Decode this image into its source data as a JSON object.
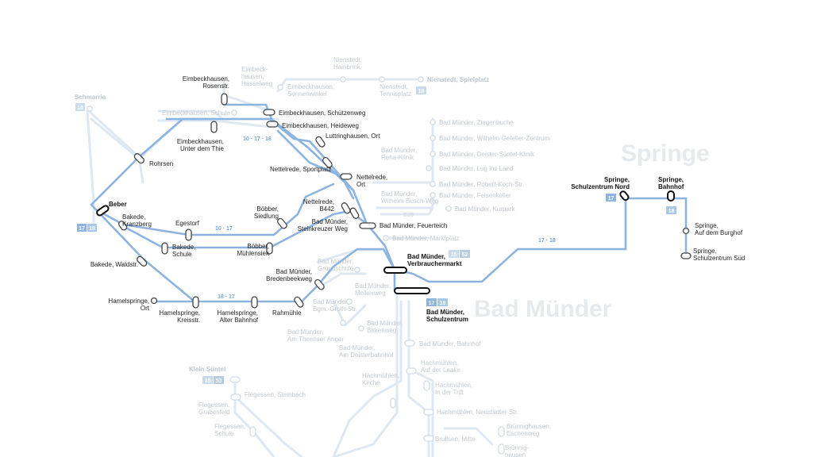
{
  "towns": [
    "Springe",
    "Bad Münder"
  ],
  "colors": {
    "route": "#8db4e0",
    "ghost": "#dbe7f2",
    "badge": "#8db4e0",
    "badge_ghost": "#c8dbec"
  },
  "stops": [
    {
      "id": "eimbeckhausen-rosenstr",
      "lines": [
        "Eimbeckhausen,",
        "Rosenstr."
      ]
    },
    {
      "id": "eimbeckhausen-schuetzenweg",
      "lines": [
        "Eimbeckhausen, Schützenweg"
      ]
    },
    {
      "id": "eimbeckhausen-heideweg",
      "lines": [
        "Eimbeckhausen, Heideweg"
      ]
    },
    {
      "id": "eimbeckhausen-unter-dem-thie",
      "lines": [
        "Eimbeckhausen,",
        "Unter dem Thie"
      ]
    },
    {
      "id": "luttringhausen-ort",
      "lines": [
        "Luttringhausen, Ort"
      ]
    },
    {
      "id": "rohrsen",
      "lines": [
        "Rohrsen"
      ]
    },
    {
      "id": "nettelrede-sportplatz",
      "lines": [
        "Nettelrede, Sportplatz"
      ]
    },
    {
      "id": "nettelrede-ort",
      "lines": [
        "Nettelrede,",
        "Ort"
      ]
    },
    {
      "id": "beber",
      "lines": [
        "Beber"
      ],
      "bold": true
    },
    {
      "id": "bakede-kranzberg",
      "lines": [
        "Bakede,",
        "Kranzberg"
      ]
    },
    {
      "id": "egestorf",
      "lines": [
        "Egestorf"
      ]
    },
    {
      "id": "boebber-siedlung",
      "lines": [
        "Böbber,",
        "Siedlung"
      ]
    },
    {
      "id": "nettelrede-b442",
      "lines": [
        "Nettelrede,",
        "B442"
      ]
    },
    {
      "id": "bad-muender-steinkreuzer-weg",
      "lines": [
        "Bad Münder,",
        "Steinkreuzer Weg"
      ]
    },
    {
      "id": "bad-muender-feuerteich",
      "lines": [
        "Bad Münder, Feuerteich"
      ]
    },
    {
      "id": "bakede-schule",
      "lines": [
        "Bakede,",
        "Schule"
      ]
    },
    {
      "id": "boebber-muehlensiek",
      "lines": [
        "Böbber,",
        "Mühlensiek"
      ]
    },
    {
      "id": "bakede-waldstr",
      "lines": [
        "Bakede, Waldstr."
      ]
    },
    {
      "id": "bad-muender-verbrauchermarkt",
      "lines": [
        "Bad Münder,",
        "Verbrauchermarkt"
      ],
      "bold": true
    },
    {
      "id": "bad-muender-bredenbeekweg",
      "lines": [
        "Bad Münder,",
        "Bredenbeekweg"
      ]
    },
    {
      "id": "hamelspringe-ort",
      "lines": [
        "Hamelspringe,",
        "Ort"
      ]
    },
    {
      "id": "hamelspringe-kreisstr",
      "lines": [
        "Hamelspringe,",
        "Kreisstr."
      ]
    },
    {
      "id": "hamelspringe-alter-bahnhof",
      "lines": [
        "Hamelspringe,",
        "Alter Bahnhof"
      ]
    },
    {
      "id": "rahmuehle",
      "lines": [
        "Rahmühle"
      ]
    },
    {
      "id": "bad-muender-schulzentrum",
      "lines": [
        "Bad Münder,",
        "Schulzentrum"
      ],
      "bold": true
    },
    {
      "id": "springe-schulzentrum-nord",
      "lines": [
        "Springe,",
        "Schulzentrum Nord"
      ],
      "bold": true
    },
    {
      "id": "springe-bahnhof",
      "lines": [
        "Springe,",
        "Bahnhof"
      ],
      "bold": true
    },
    {
      "id": "springe-auf-dem-burghof",
      "lines": [
        "Springe,",
        "Auf dem Burghof"
      ]
    },
    {
      "id": "springe-schulzentrum-sued",
      "lines": [
        "Springe,",
        "Schulzentrum Süd"
      ]
    }
  ],
  "ghost_stops": [
    {
      "id": "eimbeck-hausen-hasselweg",
      "lines": [
        "Eimbeck-",
        "hausen,",
        "Hasselweg"
      ]
    },
    {
      "id": "eimbeckhausen-sonnenwinkel",
      "lines": [
        "Eimbeckhausen,",
        "Sonnenwinkel"
      ]
    },
    {
      "id": "nienstedt-hainbrink",
      "lines": [
        "Nienstedt,",
        "Hainbrink"
      ]
    },
    {
      "id": "nienstedt-tennisplatz",
      "lines": [
        "Nienstedt,",
        "Tennisplatz"
      ]
    },
    {
      "id": "nienstedt-spielplatz",
      "lines": [
        "Nienstedt, Spielplatz"
      ],
      "bold": true
    },
    {
      "id": "schmarrie",
      "lines": [
        "Schmarrie"
      ],
      "bold": true
    },
    {
      "id": "eimbeckhausen-schule",
      "lines": [
        "Eimbeckhausen, Schule"
      ]
    },
    {
      "id": "bad-muender-ziegenbuche",
      "lines": [
        "Bad Münder, Ziegenbuche"
      ]
    },
    {
      "id": "bad-muender-wilhelm-gefeller-zentrum",
      "lines": [
        "Bad Münder, Wilhelm-Gefeller-Zentrum"
      ]
    },
    {
      "id": "bad-muender-reha-klinik",
      "lines": [
        "Bad Münder,",
        "Reha-Klinik"
      ]
    },
    {
      "id": "bad-muender-deister-suentel-klinik",
      "lines": [
        "Bad Münder, Deister-Süntel-Klinik"
      ]
    },
    {
      "id": "bad-muender-lug-ins-land",
      "lines": [
        "Bad Münder, Lug ins Land"
      ]
    },
    {
      "id": "bad-muender-robert-koch-str",
      "lines": [
        "Bad Münder, Robert-Koch-Str."
      ]
    },
    {
      "id": "bad-muender-felsenkeller",
      "lines": [
        "Bad Münder, Felsenkeller"
      ]
    },
    {
      "id": "bad-muender-wilhelm-busch-weg",
      "lines": [
        "Bad Münder,",
        "Wilhelm-Busch-Weg"
      ]
    },
    {
      "id": "bad-muender-kurpark",
      "lines": [
        "Bad Münder, Kurpark"
      ]
    },
    {
      "id": "bad-muender-marktplatz",
      "lines": [
        "Bad Münder, Marktplatz"
      ]
    },
    {
      "id": "bad-muender-gruendschule",
      "lines": [
        "Bad Münder,",
        "Gründschule"
      ]
    },
    {
      "id": "bad-muender-melkerweg",
      "lines": [
        "Bad Münder,",
        "Melkerweg"
      ]
    },
    {
      "id": "bad-muender-bgm-groth-str",
      "lines": [
        "Bad Münder,",
        "Bgm.-Groth-Str."
      ]
    },
    {
      "id": "bad-muender-birkenweg",
      "lines": [
        "Bad Münder,",
        "Birkenweg"
      ]
    },
    {
      "id": "bad-muender-am-theenser-anger",
      "lines": [
        "Bad Münder,",
        "Am Theenser Anger"
      ]
    },
    {
      "id": "bad-muender-am-deisterbahnhof",
      "lines": [
        "Bad Münder,",
        "Am Deisterbahnhof"
      ]
    },
    {
      "id": "bad-muender-bahnhof",
      "lines": [
        "Bad Münder, Bahnhof"
      ]
    },
    {
      "id": "hachmuehlen-auf-der-laake",
      "lines": [
        "Hachmühlen,",
        "Auf der Laake"
      ]
    },
    {
      "id": "hachmuehlen-kirche",
      "lines": [
        "Hachmühlen,",
        "Kirche"
      ]
    },
    {
      "id": "hachmuehlen-in-der-trift",
      "lines": [
        "Hachmühlen,",
        "In der Trift"
      ]
    },
    {
      "id": "hachmuehlen-neustaedter-str",
      "lines": [
        "Hachmühlen, Neustädter Str."
      ]
    },
    {
      "id": "klein-suentel",
      "lines": [
        "Klein Süntel"
      ],
      "bold": true
    },
    {
      "id": "flegessen-steinbach",
      "lines": [
        "Flegessen, Steinbach"
      ]
    },
    {
      "id": "flegessen-grabenfeld",
      "lines": [
        "Flegessen,",
        "Grabenfeld"
      ]
    },
    {
      "id": "flegessen-schule",
      "lines": [
        "Flegessen,",
        "Schule"
      ]
    },
    {
      "id": "bruennighausen-eschenweg",
      "lines": [
        "Brünnighausen,",
        "Eschenweg"
      ]
    },
    {
      "id": "brullsen-mitte",
      "lines": [
        "Brullsen, Mitte"
      ]
    },
    {
      "id": "bruennighausen-2",
      "lines": [
        "Brünnig-",
        "hausen"
      ]
    }
  ],
  "badges": {
    "l10": "10",
    "l17": "17",
    "l18": "18",
    "l15": "15",
    "l52": "52",
    "l53": "53"
  },
  "line_labels": {
    "l10_17_18": "10 · 17 · 18",
    "l10_17": "10 · 17",
    "l18_17": "18 · 17",
    "l17_18": "17 · 18",
    "b15": "B15"
  }
}
